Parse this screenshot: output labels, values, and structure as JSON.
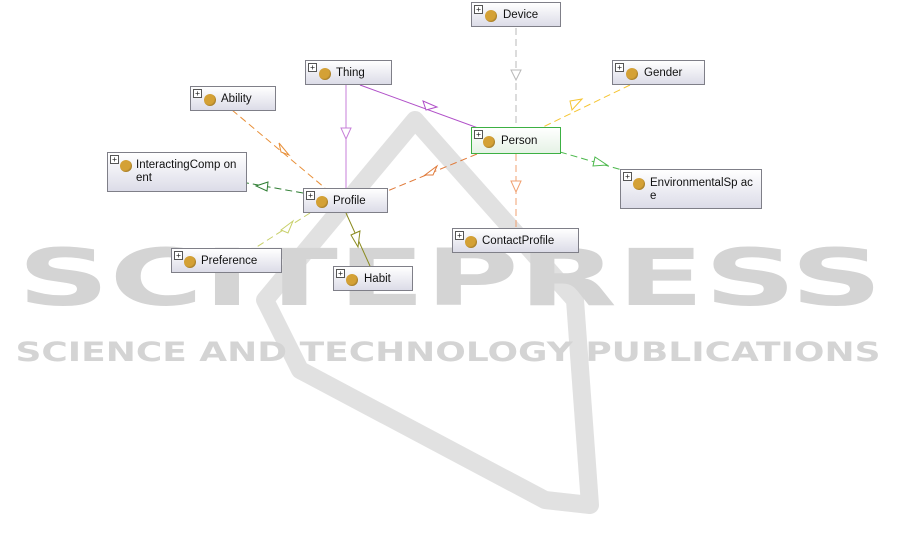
{
  "watermark": {
    "line1": "SCITEPRESS",
    "line2": "SCIENCE AND TECHNOLOGY PUBLICATIONS"
  },
  "node_ui": {
    "expand_glyph": "+",
    "icon": "class-circle-icon",
    "icon_color": "#d4a135",
    "focus_color": "#3cb043"
  },
  "nodes": {
    "device": {
      "label": "Device"
    },
    "thing": {
      "label": "Thing"
    },
    "gender": {
      "label": "Gender"
    },
    "ability": {
      "label": "Ability"
    },
    "person": {
      "label": "Person"
    },
    "interacting": {
      "label": "InteractingComp onent"
    },
    "environmental": {
      "label": "EnvironmentalSp ace"
    },
    "profile": {
      "label": "Profile"
    },
    "contactprofile": {
      "label": "ContactProfile"
    },
    "preference": {
      "label": "Preference"
    },
    "habit": {
      "label": "Habit"
    }
  },
  "edges": [
    {
      "from": "Device",
      "to": "Person",
      "color": "#b8b8b8"
    },
    {
      "from": "Thing",
      "to": "Person",
      "color": "#b04fc8"
    },
    {
      "from": "Thing",
      "to": "Profile",
      "color": "#c77fd8"
    },
    {
      "from": "Gender",
      "to": "Person",
      "color": "#f5c430"
    },
    {
      "from": "Ability",
      "to": "Profile",
      "color": "#e8903a"
    },
    {
      "from": "Person",
      "to": "Profile",
      "color": "#e07a3a"
    },
    {
      "from": "Person",
      "to": "EnvironmentalSpace",
      "color": "#4cb84c"
    },
    {
      "from": "Person",
      "to": "ContactProfile",
      "color": "#f0a070"
    },
    {
      "from": "Profile",
      "to": "InteractingComponent",
      "color": "#2e7d32"
    },
    {
      "from": "Profile",
      "to": "Preference",
      "color": "#c8d06a"
    },
    {
      "from": "Profile",
      "to": "Habit",
      "color": "#8a8a1e"
    }
  ]
}
